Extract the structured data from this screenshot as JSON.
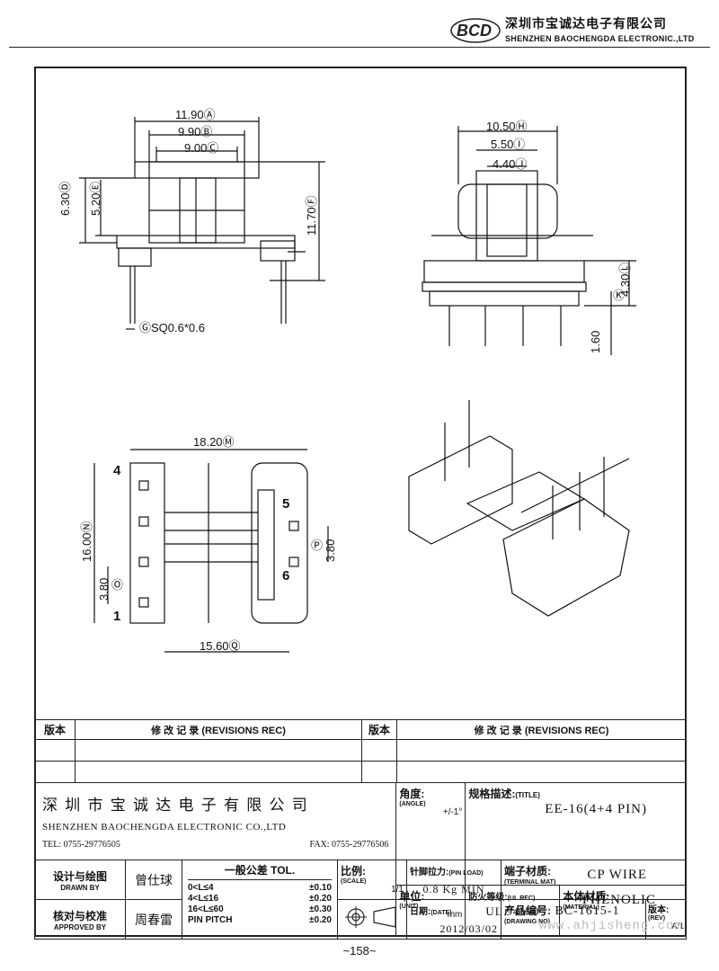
{
  "header": {
    "logo_text": "BCD",
    "company_cn": "深圳市宝诚达电子有限公司",
    "company_en": "SHENZHEN BAOCHENGDA ELECTRONIC.,LTD"
  },
  "drawing_dims": {
    "a": "11.90Ⓐ",
    "b": "9.90Ⓑ",
    "c": "9.00Ⓒ",
    "d": "6.30Ⓓ",
    "e": "5.20Ⓔ",
    "f": "11.70Ⓕ",
    "g": "ⒼSQ0.6*0.6",
    "h": "10.50Ⓗ",
    "i": "5.50Ⓘ",
    "j": "4.40Ⓙ",
    "l": "4.30Ⓛ",
    "k": "Ⓚ",
    "k_val": "1.60",
    "m": "18.20Ⓜ",
    "n": "16.00Ⓝ",
    "o_val": "3.80",
    "o": "Ⓞ",
    "p": "Ⓟ",
    "p_val": "3.80",
    "q": "15.60Ⓠ",
    "pin4": "4",
    "pin1": "1",
    "pin5": "5",
    "pin6": "6"
  },
  "revisions": {
    "col1_label": "版本",
    "col1_title": "修 改 记 录  (REVISIONS REC)",
    "col2_label": "版本",
    "col2_title": "修 改 记 录  (REVISIONS REC)"
  },
  "title_block": {
    "company_cn": "深 圳 市 宝 诚 达 电 子 有 限 公 司",
    "company_en": "SHENZHEN BAOCHENGDA ELECTRONIC CO.,LTD",
    "tel": "TEL: 0755-29776505",
    "fax": "FAX: 0755-29776506",
    "angle_label": "角度:",
    "angle_label_en": "(ANGLE)",
    "angle_value": "+/-1°",
    "unit_label": "单位:",
    "unit_label_en": "(UNIT)",
    "unit_value": "mm",
    "scale_label": "比例:",
    "scale_label_en": "(SCALE)",
    "scale_value": "1/1",
    "title_label": "规格描述:",
    "title_label_en": "(TITLE)",
    "title_value": "EE-16(4+4 PIN)",
    "ul_label": "防火等级:",
    "ul_label_en": "(UL REC)",
    "ul_value": "UL 94V-0",
    "material_label": "本体材质:",
    "material_label_en": "(MATERIAL)",
    "material_value": "PHENOLIC",
    "pin_load_label": "针脚拉力:",
    "pin_load_label_en": "(PIN LOAD)",
    "pin_load_value": "0.8 Kg MIN",
    "terminal_label": "端子材质:",
    "terminal_label_en": "(TERMINAL MAT)",
    "terminal_value": "CP WIRE",
    "date_label": "日期:",
    "date_label_en": "(DATE)",
    "date_value": "2012/03/02",
    "drawing_no_label": "产品编号:",
    "drawing_no_label_en": "(DRAWING NO)",
    "drawing_no_value": "BC-1615-1",
    "rev_label": "版本:",
    "rev_label_en": "(REV)",
    "rev_value": "A/1",
    "drawn_label": "设计与绘图",
    "drawn_label_en": "DRAWN BY",
    "drawn_value": "曾仕球",
    "approved_label": "核对与校准",
    "approved_label_en": "APPROVED BY",
    "approved_value": "周春雷",
    "tol_title": "一般公差 TOL.",
    "tol_rows": [
      {
        "range": "0<L≤4",
        "tol": "±0.10"
      },
      {
        "range": "4<L≤16",
        "tol": "±0.20"
      },
      {
        "range": "16<L≤60",
        "tol": "±0.30"
      },
      {
        "range": "PIN PITCH",
        "tol": "±0.20"
      }
    ]
  },
  "watermark": "www.ahjisheng.com",
  "page_number": "~158~"
}
